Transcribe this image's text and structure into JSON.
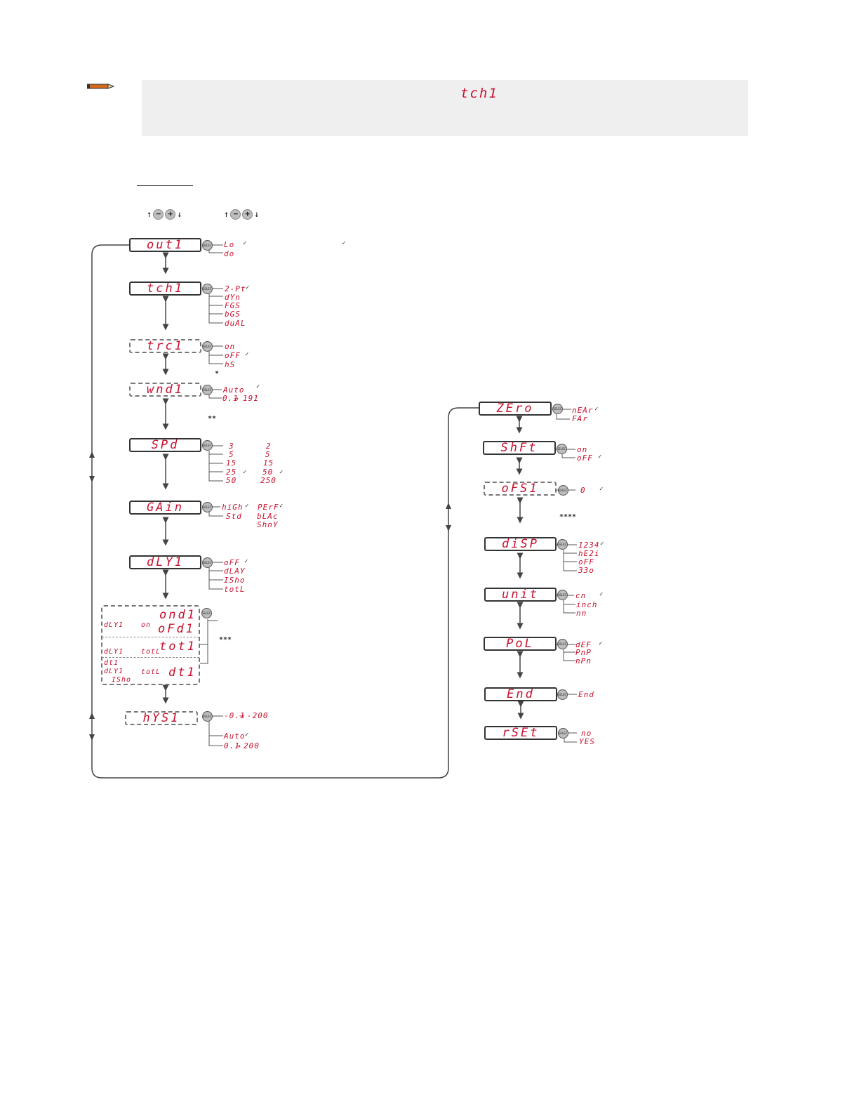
{
  "note": {
    "code": "tch1"
  },
  "left_column": [
    {
      "display": "out1",
      "options": [
        "Lo",
        "do"
      ],
      "checks": [
        "✓",
        "✓"
      ]
    },
    {
      "display": "tch1",
      "options": [
        "2-Pt",
        "dYn",
        "FGS",
        "bGS",
        "duAL"
      ],
      "checks": [
        "✓"
      ]
    },
    {
      "display": "trc1",
      "options": [
        "on",
        "oFF",
        "hS"
      ],
      "checks": [
        "✓"
      ],
      "mark": "*"
    },
    {
      "display": "wnd1",
      "options": [
        "Auto",
        "0.1",
        "191"
      ],
      "checks": [
        "✓"
      ],
      "mark": "**"
    },
    {
      "display": "SPd",
      "options_a": [
        "3",
        "5",
        "15",
        "25",
        "50"
      ],
      "options_b": [
        "2",
        "5",
        "15",
        "50",
        "250"
      ],
      "checks": [
        "✓",
        "✓"
      ]
    },
    {
      "display": "GAin",
      "options_a": [
        "hiGh",
        "Std"
      ],
      "options_b": [
        "PErF",
        "bLAc",
        "ShnY"
      ],
      "checks": [
        "✓",
        "✓"
      ]
    },
    {
      "display": "dLY1",
      "options": [
        "oFF",
        "dLAY",
        "ISho",
        "totL"
      ],
      "checks": [
        "✓"
      ]
    },
    {
      "display": "hYS1",
      "options": [
        "-0.1",
        "-200",
        "Auto",
        "0.1",
        "200"
      ],
      "checks": [
        "✓"
      ]
    }
  ],
  "delay_group": {
    "rows": [
      {
        "small": [
          "dLY1",
          "on"
        ],
        "big": [
          "ond1",
          "oFd1"
        ]
      },
      {
        "small": [
          "dLY1",
          "totL"
        ],
        "big": [
          "tot1"
        ]
      },
      {
        "small": [
          "dt1",
          "dLY1",
          "ISho",
          "totL"
        ],
        "big": [
          "dt1"
        ]
      }
    ],
    "mark": "***"
  },
  "right_column": [
    {
      "display": "ZEro",
      "options": [
        "nEAr",
        "FAr"
      ],
      "checks": [
        "✓"
      ]
    },
    {
      "display": "ShFt",
      "options": [
        "on",
        "oFF"
      ],
      "checks": [
        "✓"
      ]
    },
    {
      "display": "oFS1",
      "options": [
        "0"
      ],
      "checks": [
        "✓"
      ],
      "mark": "****"
    },
    {
      "display": "diSP",
      "options": [
        "1234",
        "hE2i",
        "oFF",
        "33o"
      ],
      "checks": [
        "✓"
      ]
    },
    {
      "display": "unit",
      "options": [
        "cn",
        "inch",
        "nn"
      ],
      "checks": [
        "✓"
      ]
    },
    {
      "display": "PoL",
      "options": [
        "dEF",
        "PnP",
        "nPn"
      ],
      "checks": [
        "✓"
      ]
    },
    {
      "display": "End",
      "options": [
        "End"
      ]
    },
    {
      "display": "rSEt",
      "options": [
        "no",
        "YES"
      ]
    }
  ],
  "select_label": "SELECT",
  "keys": {
    "minus": "−",
    "plus": "+",
    "up": "↑",
    "down": "↓",
    "to": "→"
  }
}
